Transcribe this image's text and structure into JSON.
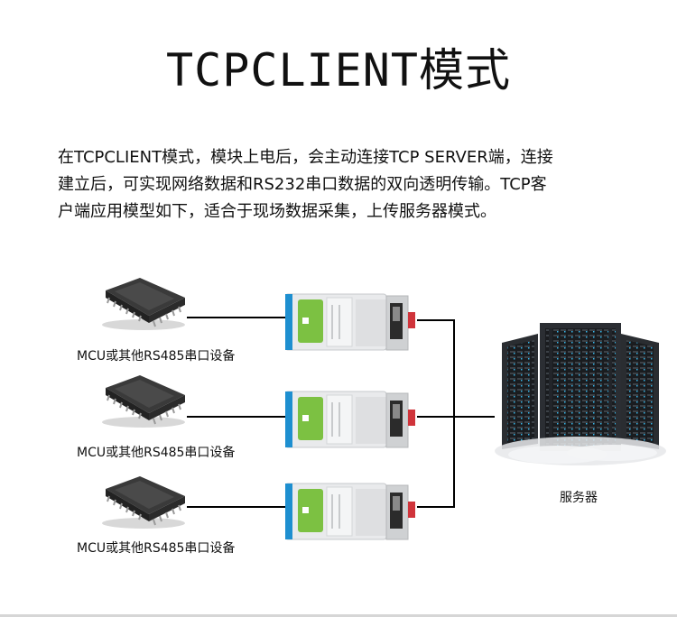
{
  "title": "TCPCLIENT模式",
  "description": [
    "在TCPCLIENT模式，模块上电后，会主动连接TCP SERVER端，连接",
    "建立后，可实现网络数据和RS232串口数据的双向透明传输。TCP客",
    "户端应用模型如下，适合于现场数据采集，上传服务器模式。"
  ],
  "devices": [
    {
      "label": "MCU或其他RS485串口设备"
    },
    {
      "label": "MCU或其他RS485串口设备"
    },
    {
      "label": "MCU或其他RS485串口设备"
    }
  ],
  "server": {
    "label": "服务器"
  },
  "colors": {
    "chip_body": "#3a3a3a",
    "module_body": "#e9eaec",
    "module_stripe": "#1e8fd0",
    "module_panel": "#7cc142",
    "connector": "#d0343b",
    "line": "#000000"
  }
}
